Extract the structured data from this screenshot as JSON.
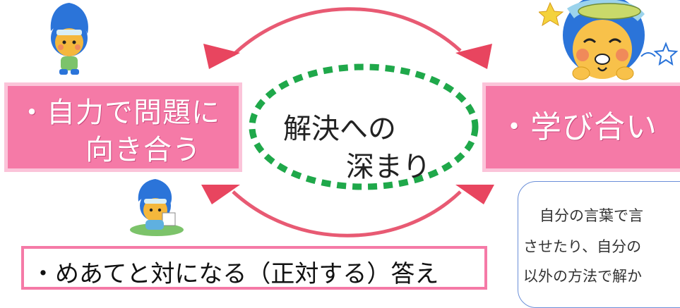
{
  "left_box": {
    "line1": "・自力で問題に",
    "line2": "向き合う"
  },
  "right_box": {
    "line1": "・学び合い"
  },
  "center": {
    "line1": "解決への",
    "line2": "深まり"
  },
  "bottom_box": {
    "text": "・めあてと対になる（正対する）答え"
  },
  "note_box": {
    "lines": [
      "自分の言葉で言",
      "させたり、自分の",
      "以外の方法で解か"
    ]
  },
  "colors": {
    "pink": "#f57aa7",
    "pink_light": "#fbc4d9",
    "arrow_red": "#e8455f",
    "dotted_green": "#1fa84a",
    "note_border": "#6b8fd8"
  },
  "icons": [
    "mascot-top-left",
    "mascot-bottom-left",
    "mascot-top-right"
  ]
}
